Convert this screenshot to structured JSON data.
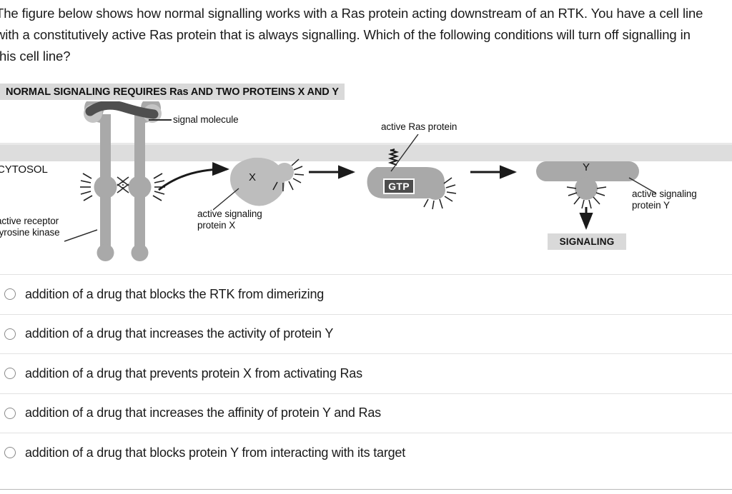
{
  "question": {
    "stem": "The figure below shows how normal signalling works with a Ras protein acting downstream of an RTK.  You have a cell line with a constitutively active Ras protein that is always signalling.  Which of the following conditions will turn off signalling in this cell line?"
  },
  "figure": {
    "banner": "NORMAL SIGNALING REQUIRES Ras AND TWO PROTEINS X AND Y",
    "compartment_label": "CYTOSOL",
    "labels": {
      "signal_molecule": "signal molecule",
      "active_ras_protein": "active Ras protein",
      "active_signaling_protein_x": "active signaling\nprotein X",
      "active_signaling_protein_y": "active signaling\nprotein Y",
      "active_receptor_tyrosine_kinase": "active receptor\ntyrosine kinase"
    },
    "blobs": {
      "x_letter": "X",
      "y_letter": "Y",
      "gtp": "GTP"
    },
    "signaling_box": "SIGNALING",
    "colors": {
      "membrane": "#dddddd",
      "protein": "#a9a9a9",
      "signal_molecule": "#5a5a5a",
      "gtp_box": "#4d4d4d",
      "banner": "#d9d9d9"
    }
  },
  "options": [
    {
      "label": "addition of a drug that blocks the RTK from dimerizing",
      "selected": false
    },
    {
      "label": "addition of a drug that increases the activity of protein Y",
      "selected": false
    },
    {
      "label": "addition of a drug that prevents protein X from activating Ras",
      "selected": false
    },
    {
      "label": "addition of a drug that increases the affinity of protein Y and Ras",
      "selected": false
    },
    {
      "label": "addition of a drug that blocks protein Y from interacting with its target",
      "selected": false
    }
  ]
}
